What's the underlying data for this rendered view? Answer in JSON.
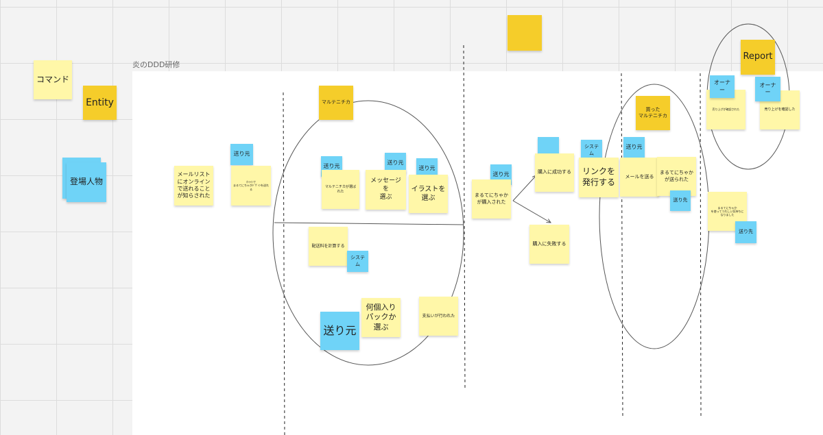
{
  "frame": {
    "title": "炎のDDD研修"
  },
  "legend": {
    "command": "コマンド",
    "entity": "Entity",
    "actor": "登場人物"
  },
  "notes": {
    "sender_1": "送り元",
    "mail_list": "メールリスト\nにオンライン\nで送れること\nが知らされた",
    "small_text_1": "ｵﾝﾗｲﾝで\nまるてにちゃがﾃﾞｻﾞｲﾝを送れる",
    "multi_techika": "マルテニチカ",
    "sender_2": "送り元",
    "multi_selected": "マルテニチカが選ばれた",
    "sender_3": "送り元",
    "choose_message": "メッセージを\n選ぶ",
    "sender_4": "送り元",
    "choose_illust": "イラストを\n選ぶ",
    "calc_shipping": "配送料を計算する",
    "system_1": "システム",
    "sender_big": "送り元",
    "choose_pack": "何個入り\nパックか\n選ぶ",
    "payment_done": "支払いが行われた",
    "sender_5": "送り元",
    "purchased": "まるてにちゃか\nが購入された",
    "purchase_success": "購入に成功する",
    "purchase_fail": "購入に失敗する",
    "system_2": "システム",
    "issue_link": "リンクを\n発行する",
    "sender_6": "送り元",
    "send_mail": "メールを送る",
    "bought_multi": "買った\nマルテニチカ",
    "marute_sent": "まるてにちゃか\nが送られた",
    "dest_1": "送り先",
    "report": "Report",
    "owner_1": "オーナー",
    "owner_2": "オーナー",
    "sales_check": "売り上げが確認された",
    "sales_confirm": "売り上げを確認した",
    "small_text_2": "まるてにちゃか\nを使ってうれしい気持ちになりました",
    "dest_2": "送り先"
  }
}
